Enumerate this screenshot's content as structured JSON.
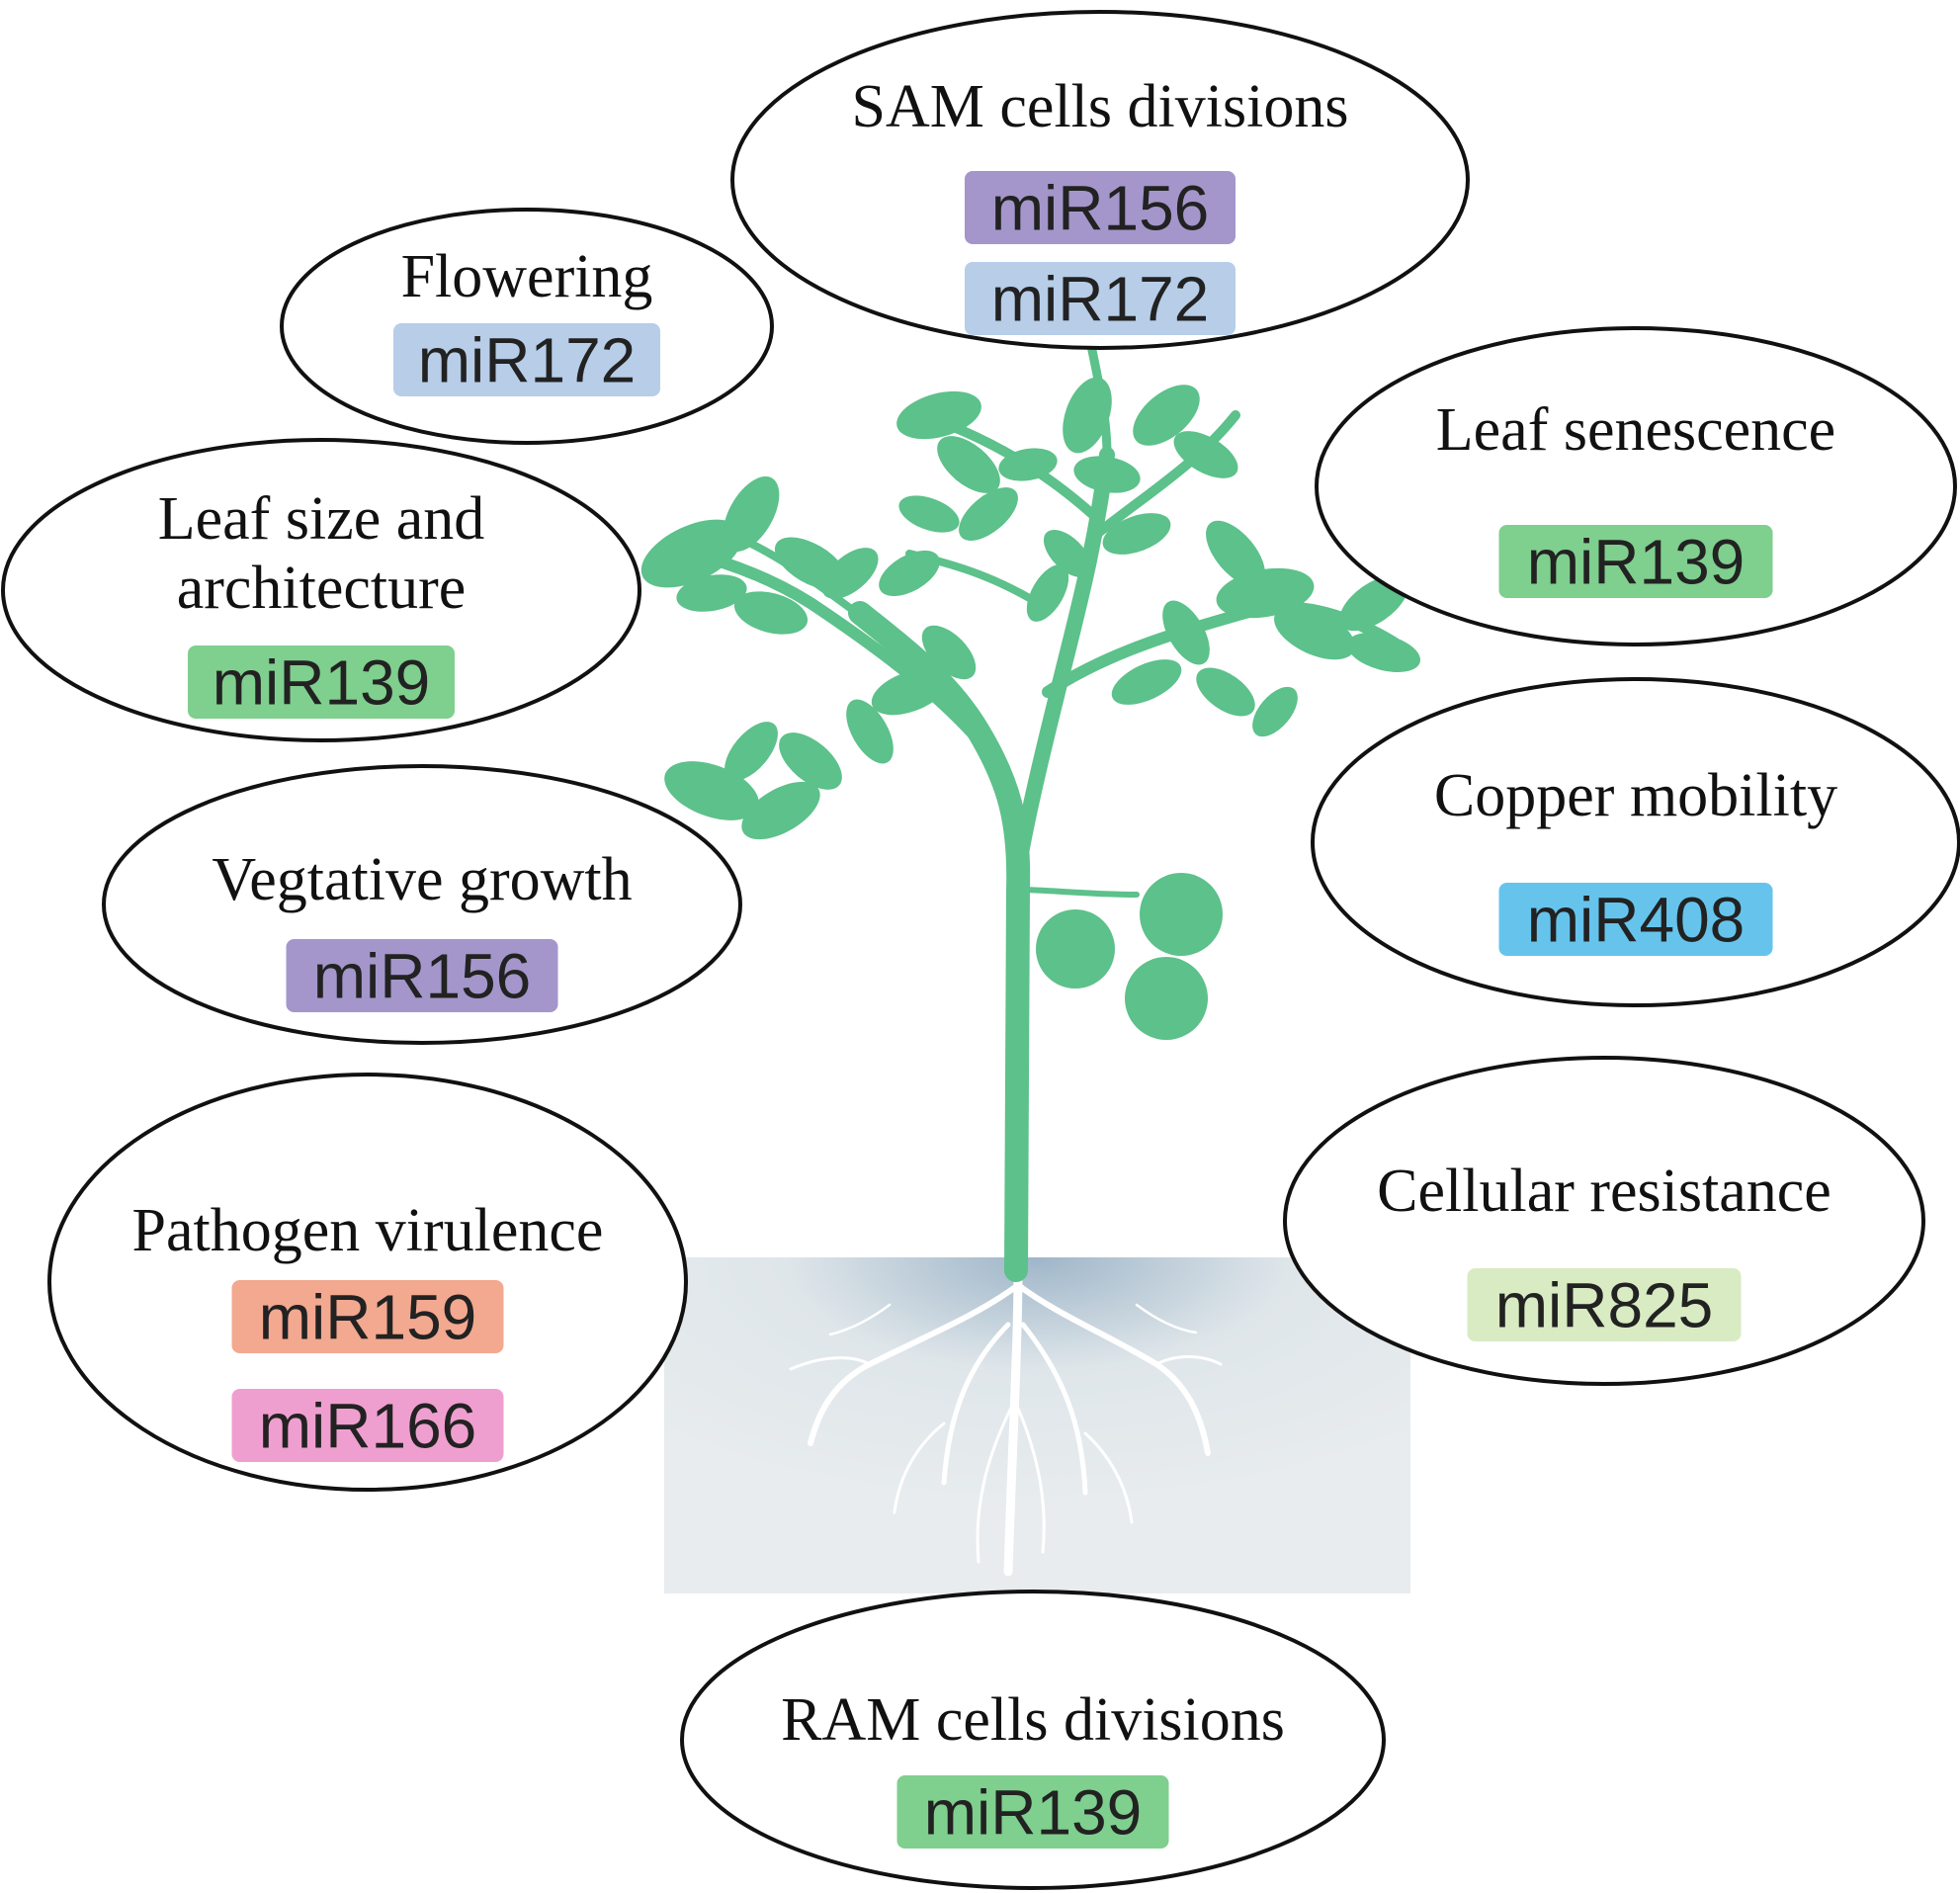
{
  "colors": {
    "plant": "#5cc18a",
    "soil": "#e8ecee",
    "soil_shadow": "#9fb6c9",
    "roots": "#ffffff",
    "outline": "#111111",
    "tag_purple": "#a496cb",
    "tag_lightblue": "#b7cde8",
    "tag_green": "#7fcf8e",
    "tag_cyan": "#66c4ec",
    "tag_lightgreen": "#d8ebc2",
    "tag_salmon": "#f3a890",
    "tag_pink": "#ef9fcf"
  },
  "bubbles": {
    "sam": {
      "lines": [
        "SAM cells divisions"
      ],
      "tags": [
        {
          "label": "miR156",
          "color": "tag_purple"
        },
        {
          "label": "miR172",
          "color": "tag_lightblue"
        }
      ]
    },
    "flowering": {
      "lines": [
        "Flowering"
      ],
      "tags": [
        {
          "label": "miR172",
          "color": "tag_lightblue"
        }
      ]
    },
    "leaf_size": {
      "lines": [
        "Leaf size and",
        "architecture"
      ],
      "tags": [
        {
          "label": "miR139",
          "color": "tag_green"
        }
      ]
    },
    "vegetative": {
      "lines": [
        "Vegtative growth"
      ],
      "tags": [
        {
          "label": "miR156",
          "color": "tag_purple"
        }
      ]
    },
    "pathogen": {
      "lines": [
        "Pathogen virulence"
      ],
      "tags": [
        {
          "label": "miR159",
          "color": "tag_salmon"
        },
        {
          "label": "miR166",
          "color": "tag_pink"
        }
      ]
    },
    "senescence": {
      "lines": [
        "Leaf senescence"
      ],
      "tags": [
        {
          "label": "miR139",
          "color": "tag_green"
        }
      ]
    },
    "copper": {
      "lines": [
        "Copper mobility"
      ],
      "tags": [
        {
          "label": "miR408",
          "color": "tag_cyan"
        }
      ]
    },
    "cellular": {
      "lines": [
        "Cellular resistance"
      ],
      "tags": [
        {
          "label": "miR825",
          "color": "tag_lightgreen"
        }
      ]
    },
    "ram": {
      "lines": [
        "RAM cells divisions"
      ],
      "tags": [
        {
          "label": "miR139",
          "color": "tag_green"
        }
      ]
    }
  }
}
